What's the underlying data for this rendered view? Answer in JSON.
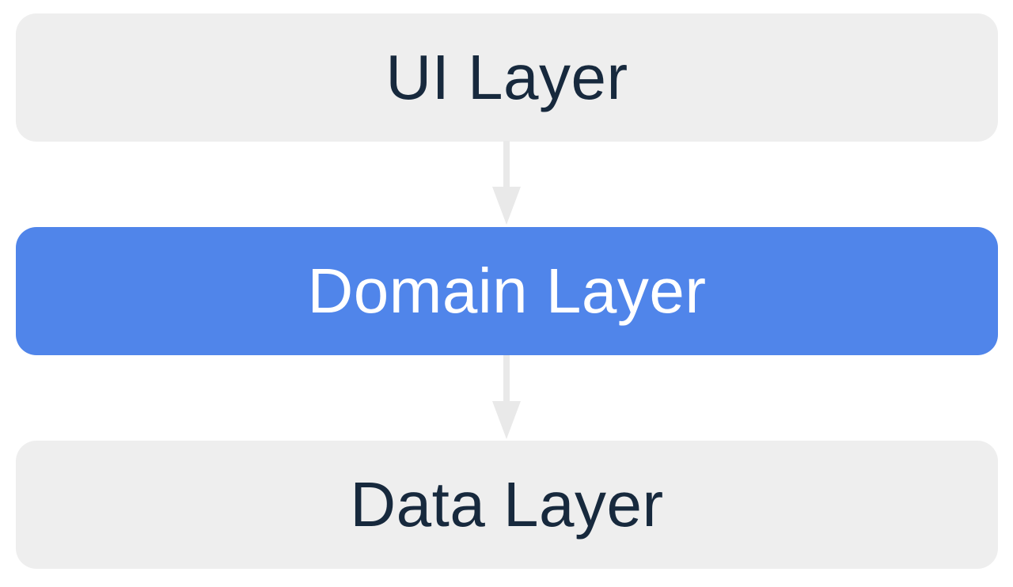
{
  "layers": [
    {
      "label": "UI Layer",
      "background": "#eeeeee",
      "text_color": "#17293d"
    },
    {
      "label": "Domain Layer",
      "background": "#5085ea",
      "text_color": "#ffffff"
    },
    {
      "label": "Data Layer",
      "background": "#eeeeee",
      "text_color": "#17293d"
    }
  ],
  "arrow_color": "#e9e9e9"
}
